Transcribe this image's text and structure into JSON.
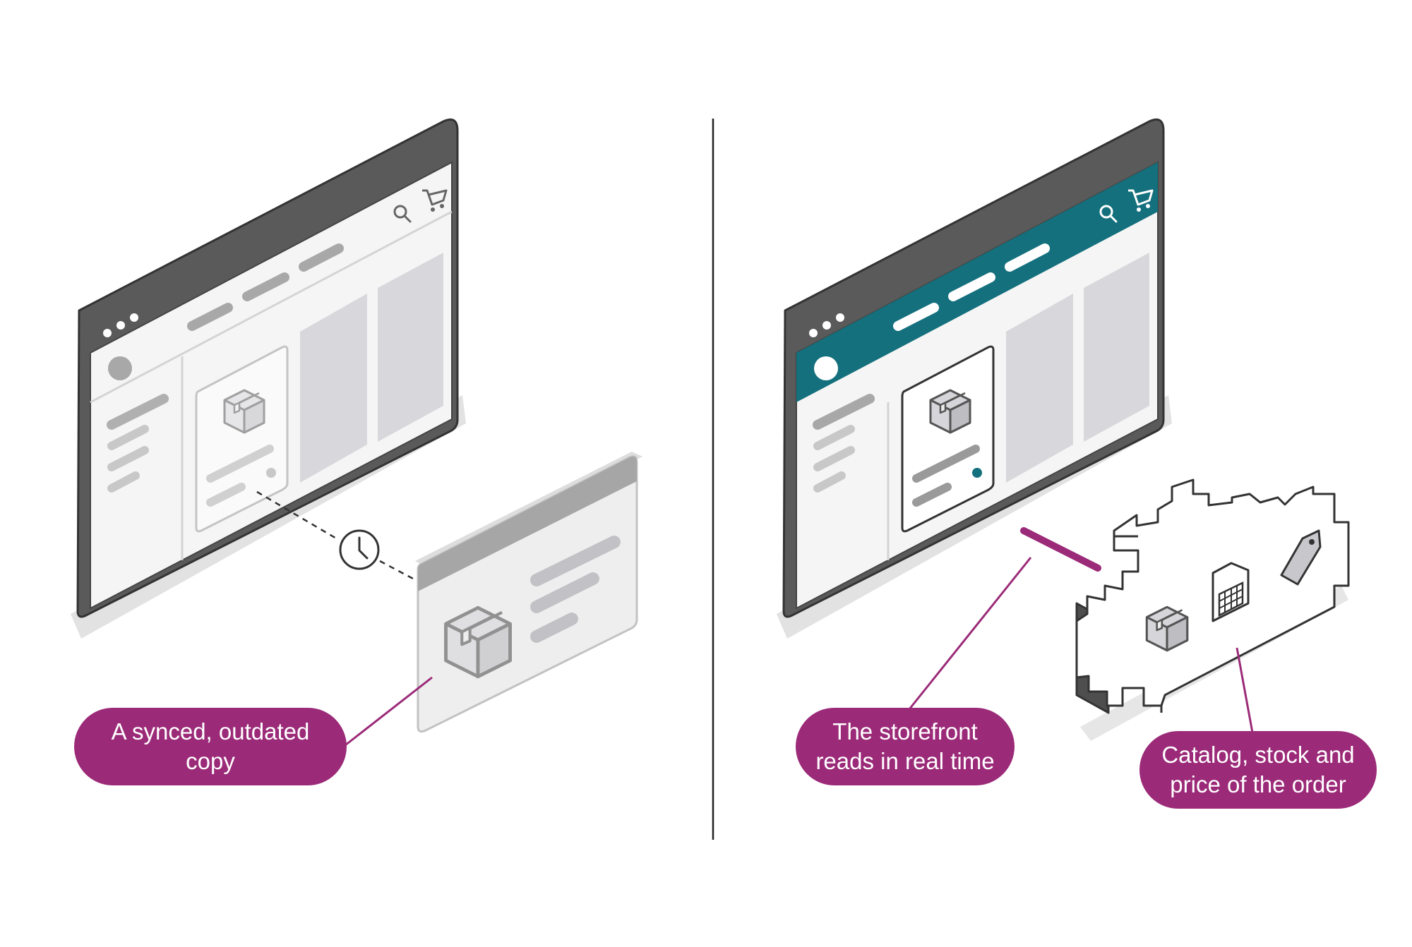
{
  "callouts": {
    "synced_copy": {
      "line1": "A synced, outdated",
      "line2": "copy"
    },
    "storefront": {
      "line1": "The storefront",
      "line2": "reads in real time"
    },
    "catalog": {
      "line1": "Catalog, stock and",
      "line2": "price of the order"
    }
  },
  "icons": {
    "browser_left": [
      "search-icon",
      "cart-icon",
      "box-icon",
      "clock-icon"
    ],
    "copy_card": [
      "box-icon"
    ],
    "browser_right": [
      "search-icon",
      "cart-icon",
      "box-icon"
    ],
    "engine_block": [
      "box-icon",
      "warehouse-icon",
      "price-tag-icon"
    ]
  },
  "colors": {
    "accent_magenta": "#9b2a78",
    "accent_teal": "#14707d",
    "frame_dark": "#444444",
    "frame_gray": "#777777",
    "placeholder_gray": "#c8c8cc"
  }
}
